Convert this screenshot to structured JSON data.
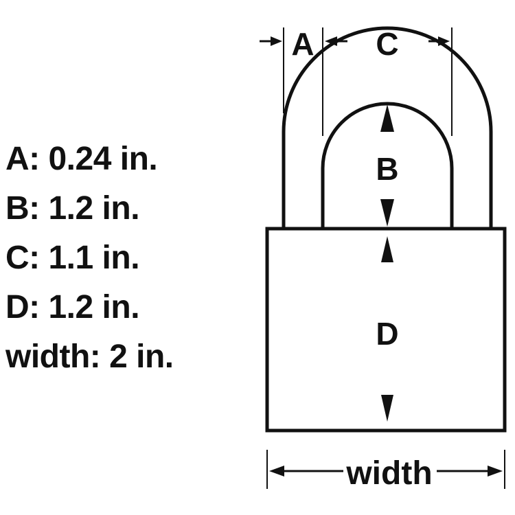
{
  "specs": [
    {
      "label": "A",
      "value": "0.24 in.",
      "text": "A: 0.24 in."
    },
    {
      "label": "B",
      "value": "1.2 in.",
      "text": "B: 1.2 in."
    },
    {
      "label": "C",
      "value": "1.1 in.",
      "text": "C: 1.1 in."
    },
    {
      "label": "D",
      "value": "1.2 in.",
      "text": "D: 1.2 in."
    },
    {
      "label": "width",
      "value": "2 in.",
      "text": "width: 2 in."
    }
  ],
  "diagram": {
    "label_a": "A",
    "label_b": "B",
    "label_c": "C",
    "label_d": "D",
    "label_width": "width",
    "stroke_color": "#111111",
    "fill_color": "#ffffff"
  }
}
